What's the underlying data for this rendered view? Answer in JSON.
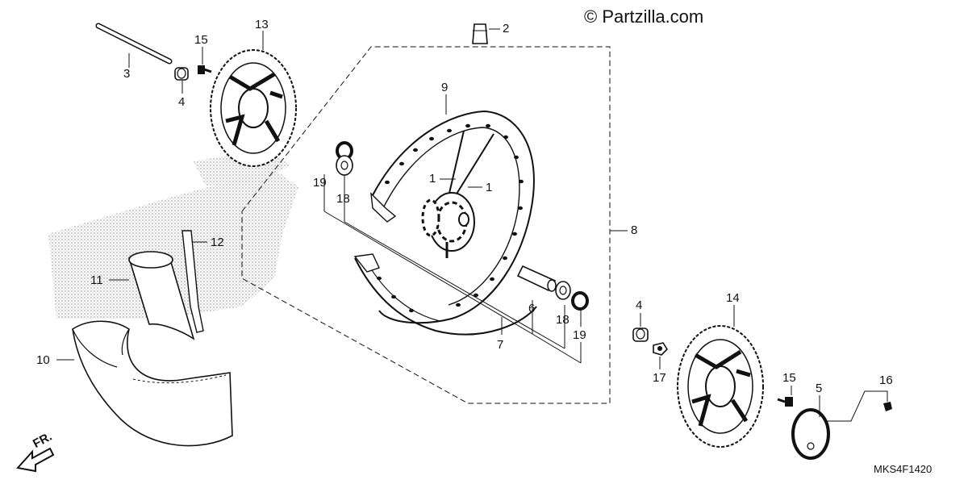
{
  "copyright": "© Partzilla.com",
  "diagram_code": "MKS4F1420",
  "front_marker": "FR.",
  "callouts": [
    {
      "id": "c1a",
      "text": "1"
    },
    {
      "id": "c1b",
      "text": "1"
    },
    {
      "id": "c2",
      "text": "2"
    },
    {
      "id": "c3",
      "text": "3"
    },
    {
      "id": "c4a",
      "text": "4"
    },
    {
      "id": "c4b",
      "text": "4"
    },
    {
      "id": "c5",
      "text": "5"
    },
    {
      "id": "c6",
      "text": "6"
    },
    {
      "id": "c7",
      "text": "7"
    },
    {
      "id": "c8",
      "text": "8"
    },
    {
      "id": "c9",
      "text": "9"
    },
    {
      "id": "c10",
      "text": "10"
    },
    {
      "id": "c11",
      "text": "11"
    },
    {
      "id": "c12",
      "text": "12"
    },
    {
      "id": "c13",
      "text": "13"
    },
    {
      "id": "c14",
      "text": "14"
    },
    {
      "id": "c15a",
      "text": "15"
    },
    {
      "id": "c15b",
      "text": "15"
    },
    {
      "id": "c16",
      "text": "16"
    },
    {
      "id": "c17",
      "text": "17"
    },
    {
      "id": "c18a",
      "text": "18"
    },
    {
      "id": "c18b",
      "text": "18"
    },
    {
      "id": "c19a",
      "text": "19"
    },
    {
      "id": "c19b",
      "text": "19"
    }
  ]
}
